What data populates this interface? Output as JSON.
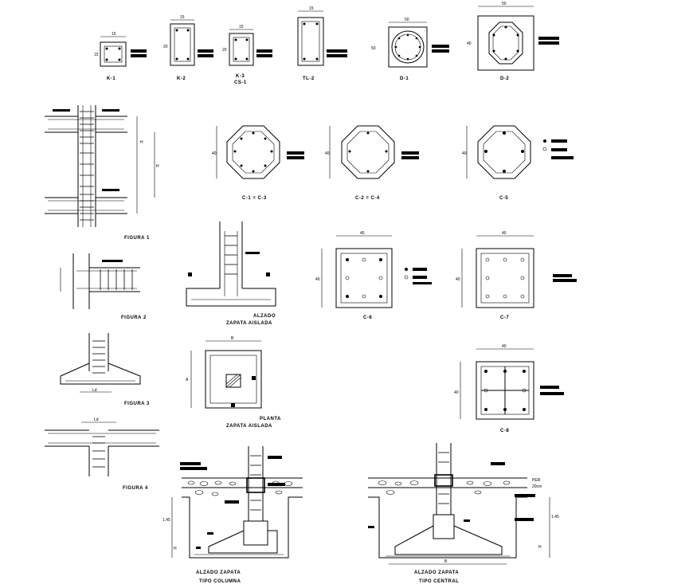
{
  "sections": {
    "top_row": [
      "K-1",
      "K-2",
      "K-3",
      "CS-1",
      "TL-2",
      "D-1",
      "D-2"
    ],
    "polygon_row": [
      "C-1 = C-3",
      "C-2 = C-4",
      "C-5"
    ],
    "square_row1": [
      "C-6",
      "C-7"
    ],
    "square_row2": [
      "C-8"
    ],
    "figures": [
      "FIGURA 1",
      "FIGURA 2",
      "FIGURA 3",
      "FIGURA 4"
    ],
    "footing_elev": [
      "ALZADO",
      "ZAPATA AISLADA"
    ],
    "footing_plan": [
      "PLANTA",
      "ZAPATA AISLADA"
    ],
    "footing_col": [
      "ALZADO ZAPATA",
      "TIPO COLUMNA"
    ],
    "footing_cen": [
      "ALZADO ZAPATA",
      "TIPO CENTRAL"
    ]
  },
  "dims": {
    "d15": "15",
    "d20": "20",
    "d40": "40",
    "d50": "50",
    "dA": "A",
    "dB": "B",
    "dLd": "Ld",
    "dH": "H",
    "d145": "1.45",
    "dPER": "PER",
    "d20cm": "20cm",
    "dB2": "B"
  }
}
